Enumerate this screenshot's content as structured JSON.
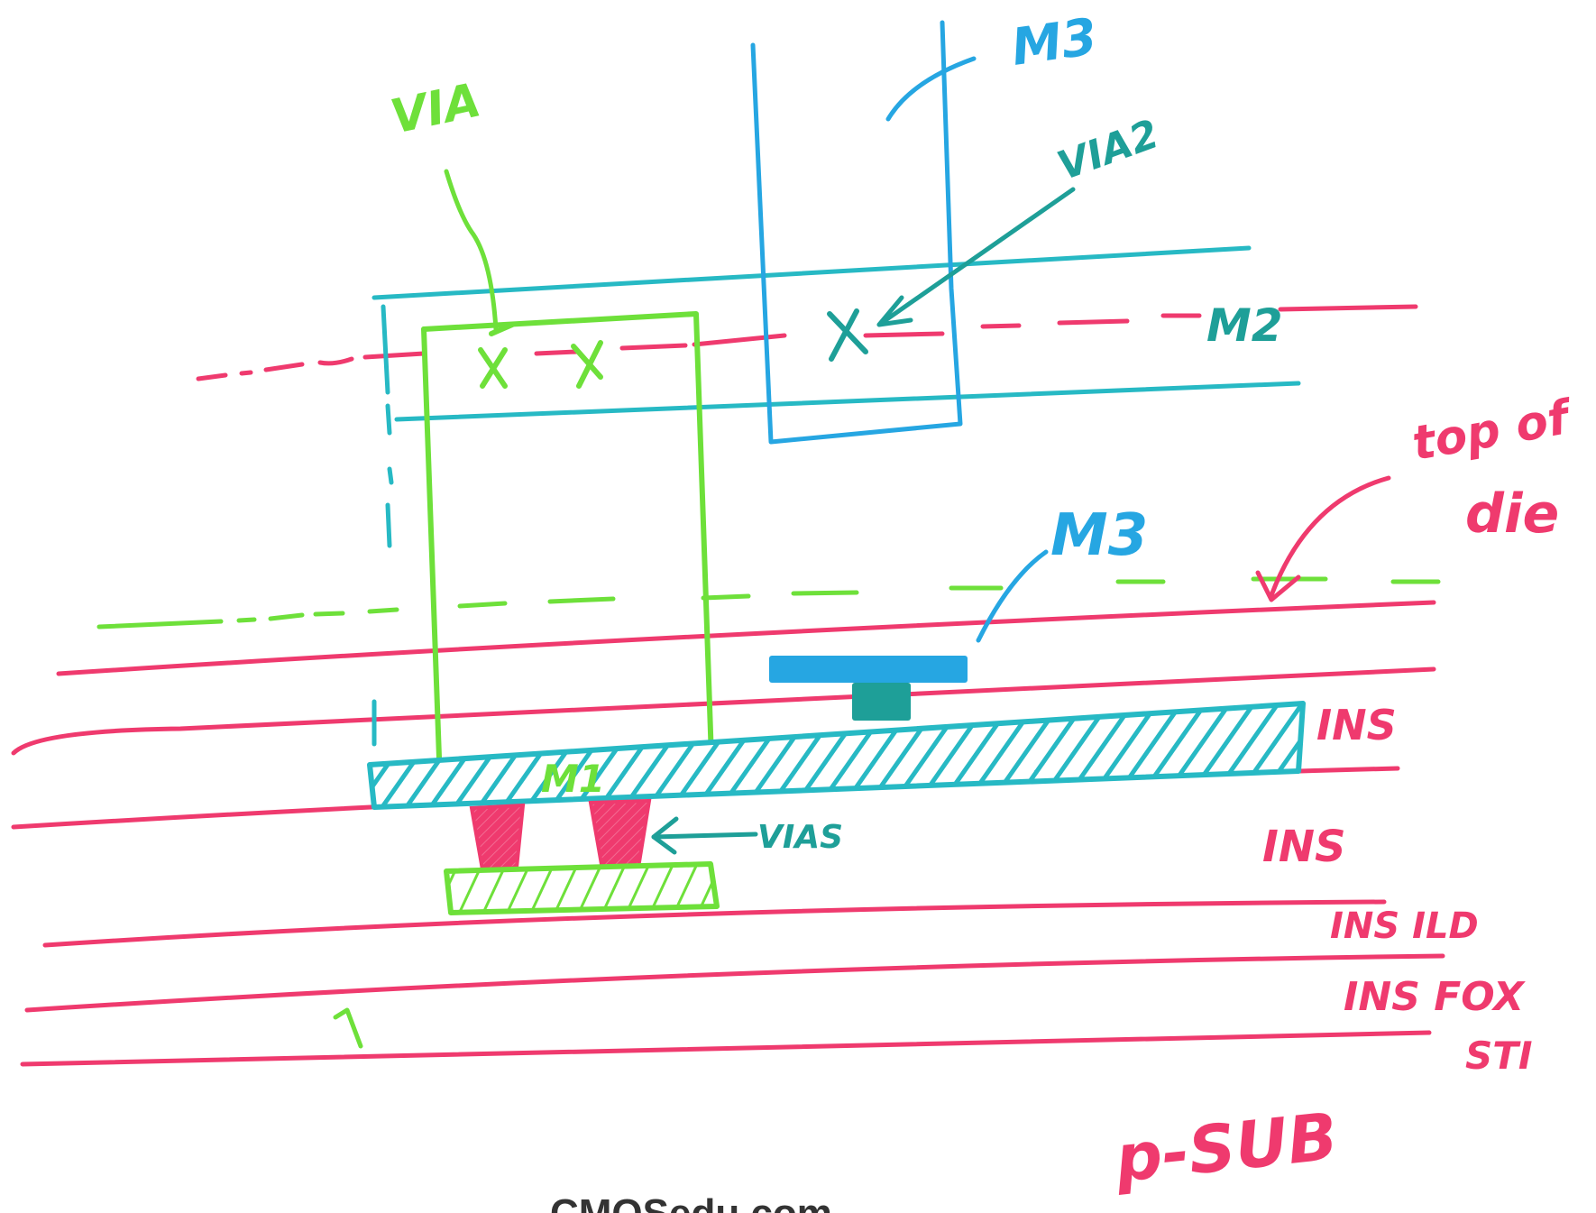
{
  "colors": {
    "red": "#ef3a6e",
    "green": "#6ee03a",
    "cyan": "#27b9c4",
    "blue": "#26a6e2",
    "teal": "#1e9f98",
    "footer": "#333333"
  },
  "labels": {
    "via": "VIA",
    "m3_top": "M3",
    "via2": "VIA2",
    "m2": "M2",
    "top_of_die_line1": "top of",
    "top_of_die_line2": "die",
    "m3_mid": "M3",
    "ins_1": "INS",
    "m1": "M1",
    "ins_2": "INS",
    "vias": "VIAS",
    "ins_ild": "INS ILD",
    "ins_fox": "INS FOX",
    "sti": "STI",
    "psub": "p-SUB"
  },
  "footer": {
    "site": "CMOSedu.com"
  }
}
